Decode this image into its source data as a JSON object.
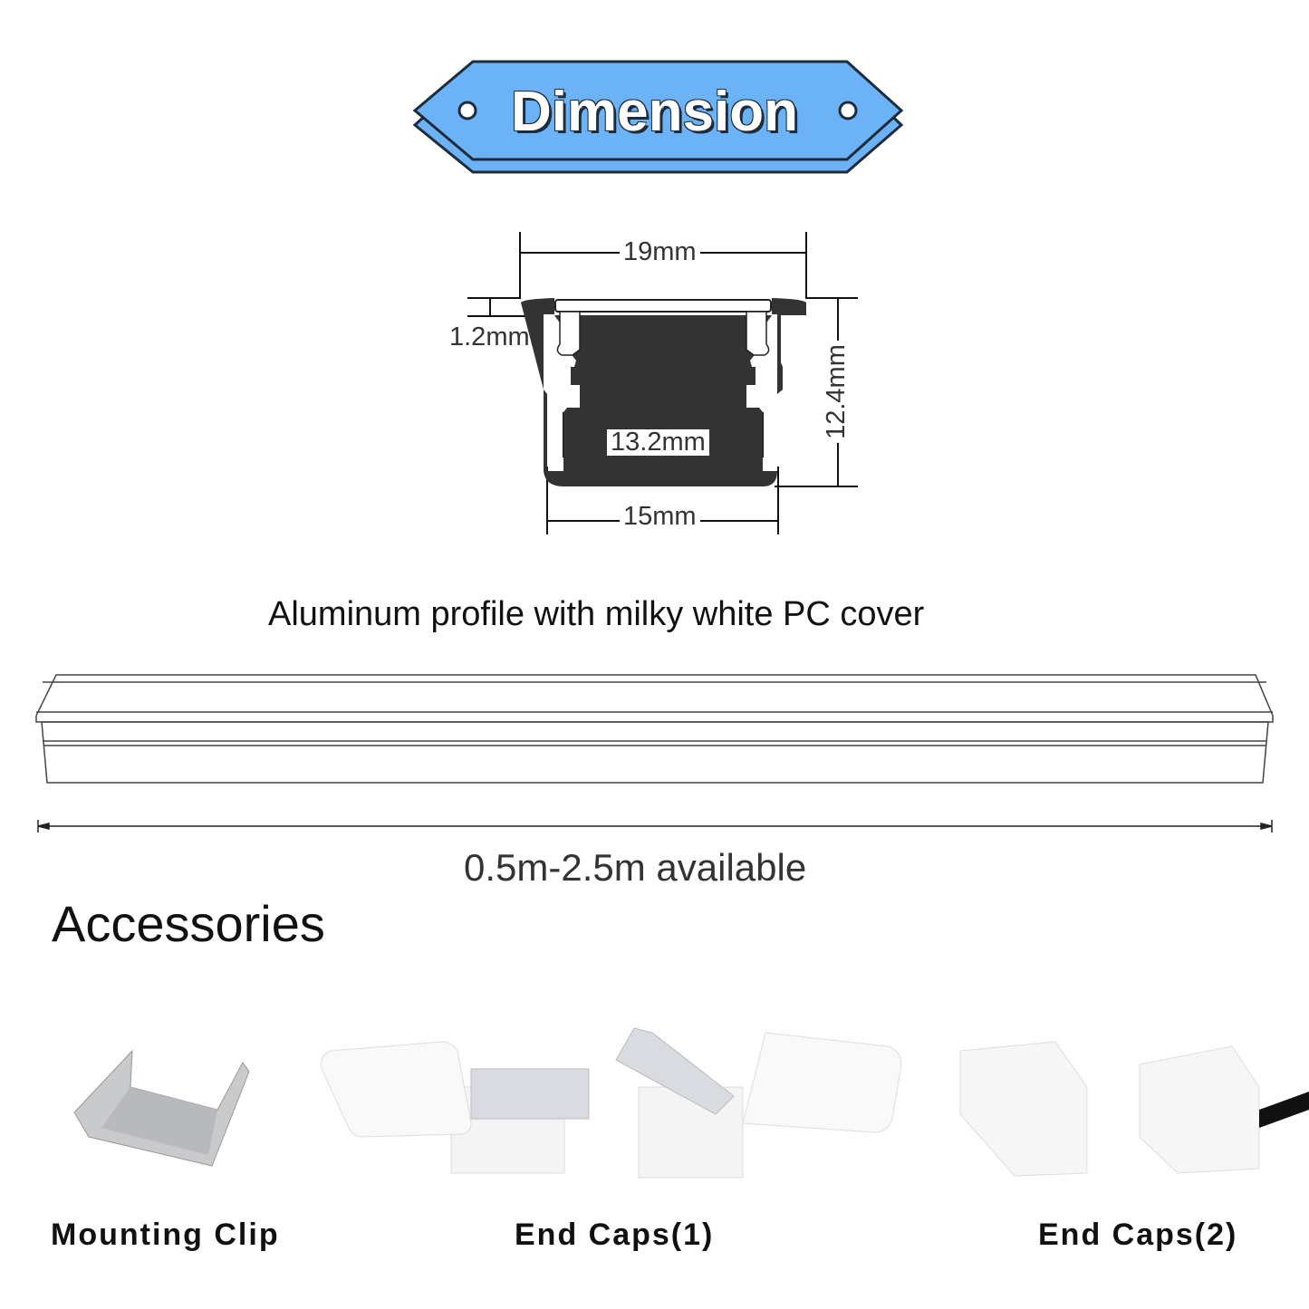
{
  "banner": {
    "title": "Dimension"
  },
  "dimensions": {
    "top_width": "19mm",
    "flange_thickness": "1.2mm",
    "inner_width": "13.2mm",
    "bottom_width": "15mm",
    "height": "12.4mm"
  },
  "profile_caption": "Aluminum profile with milky  white  PC cover",
  "length_caption": "0.5m-2.5m available",
  "accessories": {
    "heading": "Accessories",
    "items": [
      {
        "label": "Mounting Clip"
      },
      {
        "label": "End Caps(1)"
      },
      {
        "label": "End Caps(2)"
      }
    ]
  },
  "colors": {
    "banner_fill": "#6cb2f7",
    "outline": "#1d2b3a",
    "profile": "#333333"
  }
}
